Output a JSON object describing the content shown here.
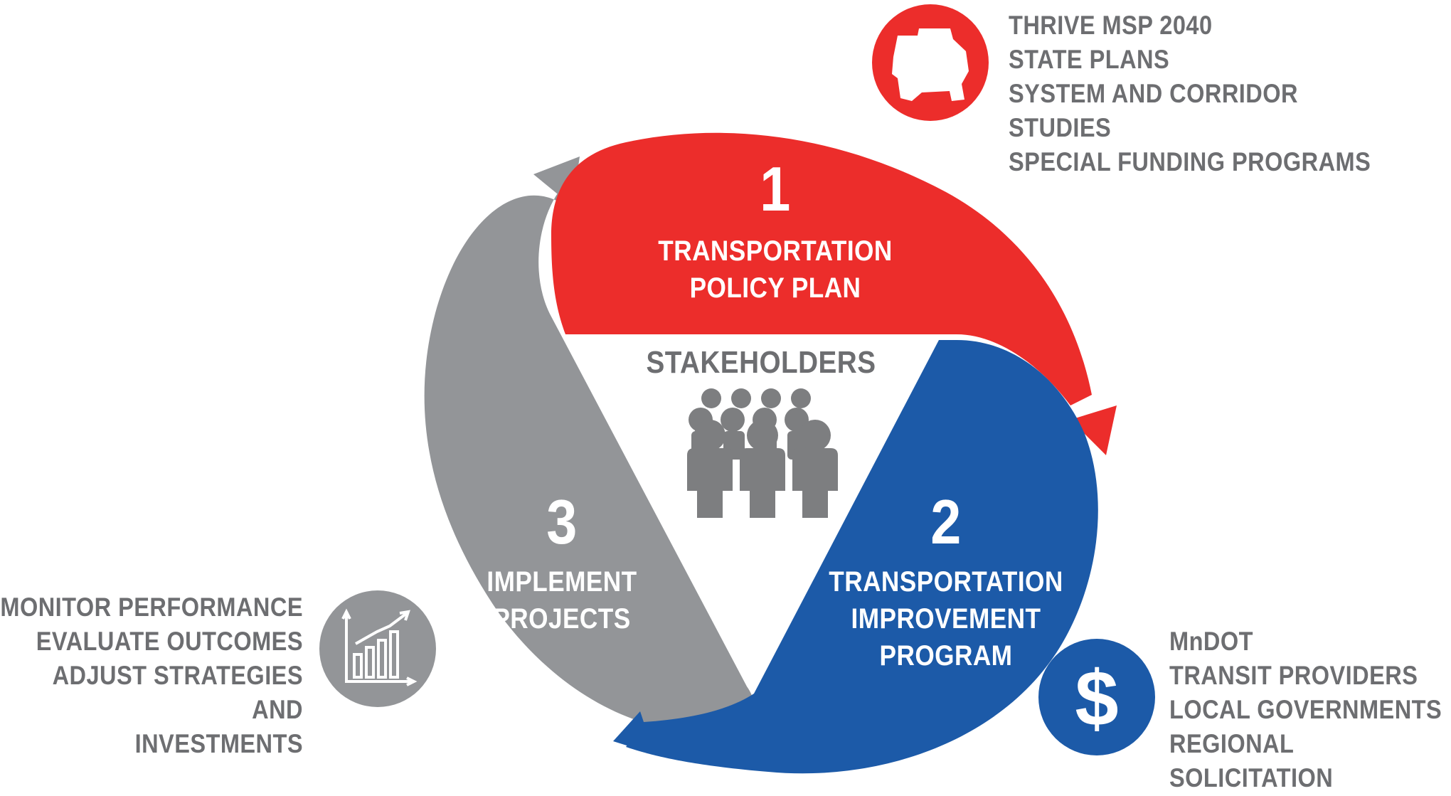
{
  "colors": {
    "red": "#ec2d2b",
    "blue": "#1c5aa8",
    "gray": "#939598",
    "text_gray": "#6d6e71",
    "people_gray": "#7d7e80"
  },
  "center": {
    "label": "STAKEHOLDERS",
    "icon": "people-group-icon"
  },
  "stages": [
    {
      "number": "1",
      "title_lines": [
        "TRANSPORTATION",
        "POLICY PLAN"
      ]
    },
    {
      "number": "2",
      "title_lines": [
        "TRANSPORTATION",
        "IMPROVEMENT",
        "PROGRAM"
      ]
    },
    {
      "number": "3",
      "title_lines": [
        "IMPLEMENT",
        "PROJECTS"
      ]
    }
  ],
  "inputs": [
    {
      "icon": "state-map-icon",
      "items": [
        "THRIVE MSP 2040",
        "STATE PLANS",
        "SYSTEM AND CORRIDOR STUDIES",
        "SPECIAL FUNDING PROGRAMS"
      ]
    },
    {
      "icon": "dollar-icon",
      "items": [
        "MnDOT",
        "TRANSIT PROVIDERS",
        "LOCAL GOVERNMENTS",
        "REGIONAL SOLICITATION"
      ]
    },
    {
      "icon": "bar-chart-icon",
      "items": [
        "MONITOR PERFORMANCE",
        "EVALUATE OUTCOMES",
        "ADJUST STRATEGIES AND",
        "INVESTMENTS"
      ]
    }
  ]
}
